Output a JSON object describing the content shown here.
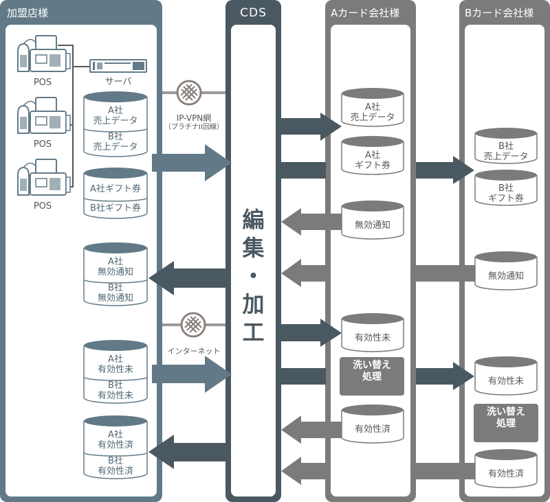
{
  "panels": {
    "merchant": {
      "title": "加盟店様"
    },
    "cds": {
      "title": "CDS",
      "process": "編集・加工",
      "process_lines": [
        "編",
        "集",
        "・",
        "加",
        "工"
      ]
    },
    "card_a": {
      "title": "Aカード会社様"
    },
    "card_b": {
      "title": "Bカード会社様"
    }
  },
  "merchant": {
    "pos_label": "POS",
    "server_label": "サーバ",
    "db_sales": {
      "top": [
        "A社",
        "売上データ"
      ],
      "bottom": [
        "B社",
        "売上データ"
      ]
    },
    "db_gift": {
      "top": [
        "A社ギフト券"
      ],
      "bottom": [
        "B社ギフト券"
      ]
    },
    "db_invalid": {
      "top": [
        "A社",
        "無効通知"
      ],
      "bottom": [
        "B社",
        "無効通知"
      ]
    },
    "db_unverified": {
      "top": [
        "A社",
        "有効性未"
      ],
      "bottom": [
        "B社",
        "有効性未"
      ]
    },
    "db_verified": {
      "top": [
        "A社",
        "有効性済"
      ],
      "bottom": [
        "B社",
        "有効性済"
      ]
    }
  },
  "networks": {
    "vpn": {
      "line1": "IP-VPN網",
      "line2": "（プラチナII回線）"
    },
    "internet": {
      "line1": "インターネット"
    }
  },
  "card_a": {
    "sales": [
      "A社",
      "売上データ"
    ],
    "gift": [
      "A社",
      "ギフト券"
    ],
    "invalid": [
      "無効通知"
    ],
    "unverified": [
      "有効性未"
    ],
    "process": [
      "洗い替え",
      "処理"
    ],
    "verified": [
      "有効性済"
    ]
  },
  "card_b": {
    "sales": [
      "B社",
      "売上データ"
    ],
    "gift": [
      "B社",
      "ギフト券"
    ],
    "invalid": [
      "無効通知"
    ],
    "unverified": [
      "有効性未"
    ],
    "process": [
      "洗い替え",
      "処理"
    ],
    "verified": [
      "有効性済"
    ]
  },
  "colors": {
    "merchant": "#627a87",
    "cds": "#4a5861",
    "card": "#7b7b7b",
    "network_icon": "#8a807d"
  }
}
